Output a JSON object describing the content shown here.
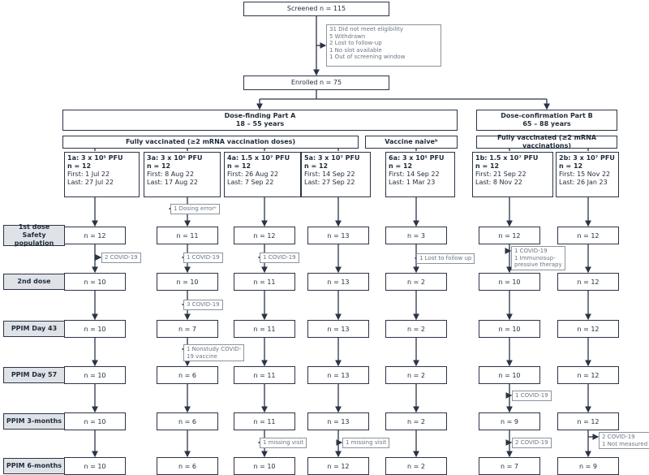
{
  "screened": "Screened n = 115",
  "exclusions": [
    "31   Did not meet eligibility",
    "5     Withdrawn",
    "2     Lost to follow-up",
    "1     No slot available",
    "1     Out of screening window"
  ],
  "enrolled": "Enrolled n = 75",
  "partA": {
    "title": "Dose-finding Part A",
    "ages": "18 – 55 years"
  },
  "partB": {
    "title": "Dose-confirmation Part B",
    "ages": "65 – 88 years"
  },
  "group_a_vaccinated": "Fully vaccinated (≥2 mRNA vaccination doses)",
  "group_naive": "Vaccine naiveᵇ",
  "group_b_vaccinated": "Fully vaccinated (≥2 mRNA vaccinations)",
  "arms": [
    {
      "title": "1a: 3 x 10⁵ PFU",
      "n": "n = 12",
      "first": "First: 1 Jul 22",
      "last": "Last: 27 Jul 22"
    },
    {
      "title": "3a: 3 x 10⁶ PFU",
      "n": "n = 12",
      "first": "First: 8 Aug 22",
      "last": "Last: 17 Aug 22"
    },
    {
      "title": "4a: 1.5 x 10⁷ PFU",
      "n": "n = 12",
      "first": "First: 26 Aug 22",
      "last": "Last: 7 Sep 22"
    },
    {
      "title": "5a: 3 x 10⁷ PFU",
      "n": "n = 12",
      "first": "First: 14 Sep 22",
      "last": "Last: 27 Sep 22"
    },
    {
      "title": "6a: 3 x 10⁵ PFU",
      "n": "n = 12",
      "first": "First: 14 Sep 22",
      "last": "Last: 1 Mar 23"
    },
    {
      "title": "1b: 1.5 x 10⁷ PFU",
      "n": "n = 12",
      "first": "First: 21 Sep 22",
      "last": "Last: 8 Nov 22"
    },
    {
      "title": "2b: 3 x 10⁷ PFU",
      "n": "n = 12",
      "first": "First: 15 Nov 22",
      "last": "Last: 26 Jan 23"
    }
  ],
  "stages": [
    "1st dose\nSafety population",
    "2nd dose",
    "PPIM Day 43",
    "PPIM Day 57",
    "PPIM 3-months",
    "PPIM 6-months"
  ],
  "counts": [
    [
      "n = 12",
      "n = 11",
      "n = 12",
      "n = 13",
      "n = 3",
      "n = 12",
      "n = 12"
    ],
    [
      "n = 10",
      "n = 10",
      "n = 11",
      "n = 13",
      "n = 2",
      "n = 10",
      "n = 12"
    ],
    [
      "n = 10",
      "n = 7",
      "n = 11",
      "n = 13",
      "n = 2",
      "n = 10",
      "n = 12"
    ],
    [
      "n = 10",
      "n = 6",
      "n = 11",
      "n = 13",
      "n = 2",
      "n = 10",
      "n = 12"
    ],
    [
      "n = 10",
      "n = 6",
      "n = 11",
      "n = 13",
      "n = 2",
      "n = 9",
      "n = 12"
    ],
    [
      "n = 10",
      "n = 6",
      "n = 10",
      "n = 12",
      "n = 2",
      "n = 7",
      "n = 9"
    ]
  ],
  "dropouts": [
    {
      "arm": 1,
      "after": -1,
      "lines": [
        "1  Dosing errorᵃ"
      ]
    },
    {
      "arm": 0,
      "after": 0,
      "lines": [
        "2  COVID-19"
      ]
    },
    {
      "arm": 1,
      "after": 0,
      "lines": [
        "1  COVID-19"
      ]
    },
    {
      "arm": 2,
      "after": 0,
      "lines": [
        "1  COVID-19"
      ]
    },
    {
      "arm": 4,
      "after": 0,
      "lines": [
        "1  Lost to follow up"
      ]
    },
    {
      "arm": 5,
      "after": 0,
      "lines": [
        "1  COVID-19",
        "1  Immunosup-",
        "    pressive therapy"
      ]
    },
    {
      "arm": 1,
      "after": 1,
      "lines": [
        "3  COVID-19"
      ]
    },
    {
      "arm": 1,
      "after": 2,
      "lines": [
        "1  Nonstudy COVID-",
        "    19 vaccine"
      ]
    },
    {
      "arm": 5,
      "after": 3,
      "lines": [
        "1  COVID-19"
      ]
    },
    {
      "arm": 2,
      "after": 4,
      "lines": [
        "1  missing visit"
      ]
    },
    {
      "arm": 3,
      "after": 4,
      "lines": [
        "1  missing visit"
      ]
    },
    {
      "arm": 5,
      "after": 4,
      "lines": [
        "2  COVID-19"
      ]
    },
    {
      "arm": 6,
      "after": 4,
      "lines": [
        "2 COVID-19",
        "1  Not measured"
      ]
    }
  ]
}
